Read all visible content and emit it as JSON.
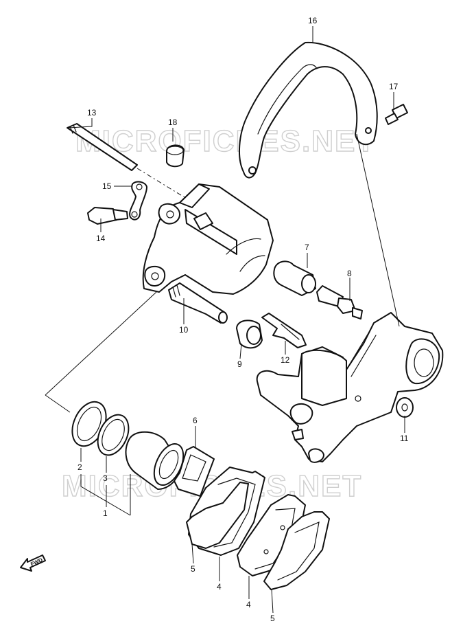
{
  "watermark": "MICROFICHES.NET",
  "fwd_label": "FWD",
  "callouts": [
    "1",
    "2",
    "3",
    "4",
    "4",
    "5",
    "5",
    "6",
    "7",
    "8",
    "9",
    "10",
    "11",
    "12",
    "13",
    "14",
    "15",
    "16",
    "17",
    "18"
  ]
}
